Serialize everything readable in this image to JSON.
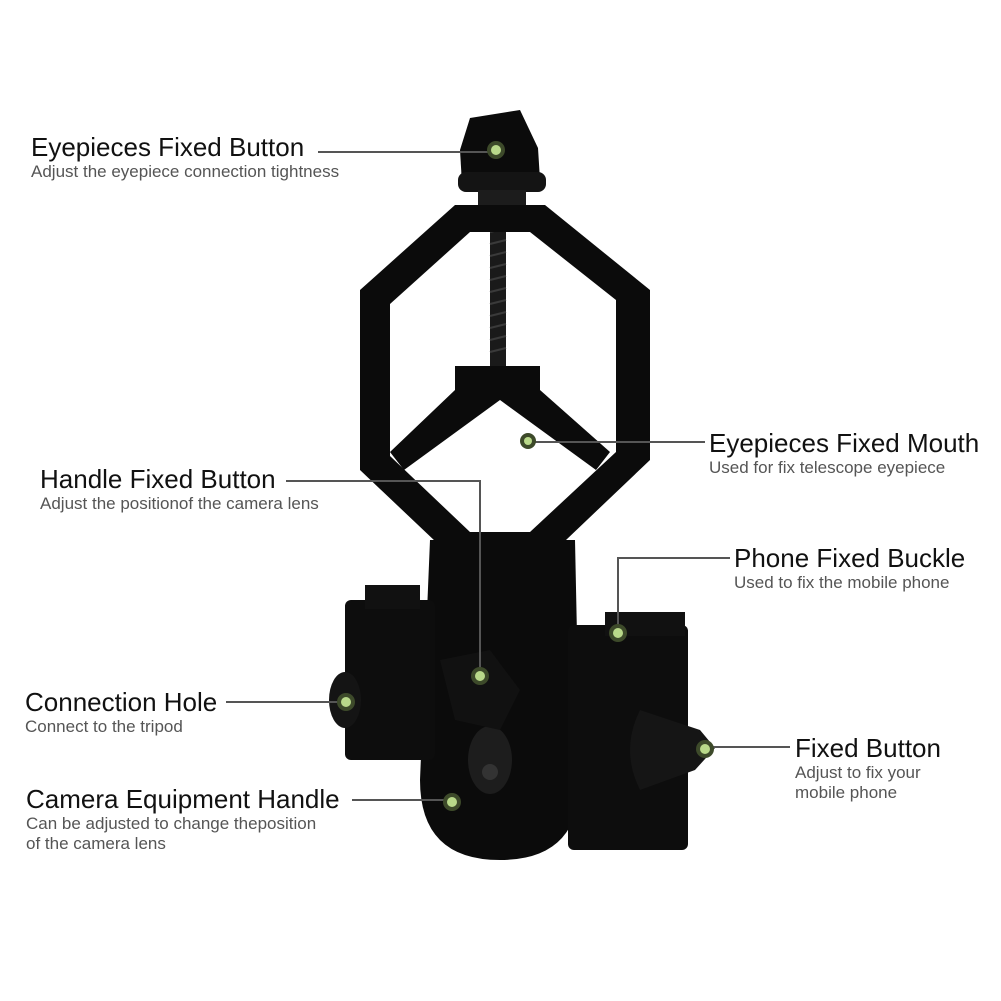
{
  "colors": {
    "background": "#ffffff",
    "device": "#0b0b0b",
    "leader_line": "#555555",
    "marker_fill": "#b9d98a",
    "marker_ring": "#3d4a2a"
  },
  "callouts": {
    "eyepieces_fixed_button": {
      "title": "Eyepieces Fixed Button",
      "desc": "Adjust the eyepiece connection tightness"
    },
    "eyepieces_fixed_mouth": {
      "title": "Eyepieces Fixed Mouth",
      "desc": "Used for fix telescope eyepiece"
    },
    "handle_fixed_button": {
      "title": "Handle Fixed Button",
      "desc": "Adjust the positionof the camera lens"
    },
    "phone_fixed_buckle": {
      "title": "Phone Fixed Buckle",
      "desc": "Used to fix the mobile phone"
    },
    "connection_hole": {
      "title": "Connection Hole",
      "desc": "Connect to the tripod"
    },
    "fixed_button": {
      "title": "Fixed Button",
      "desc_line1": "Adjust to fix your",
      "desc_line2": "mobile phone"
    },
    "camera_equipment_handle": {
      "title": "Camera Equipment Handle",
      "desc_line1": "Can be adjusted to change theposition",
      "desc_line2": "of the camera lens"
    }
  }
}
